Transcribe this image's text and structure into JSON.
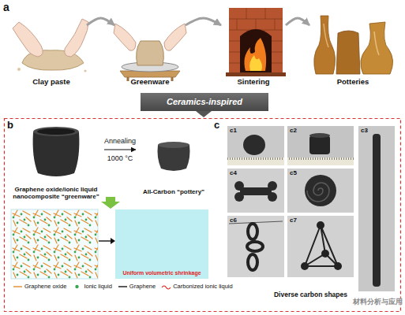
{
  "diagram": {
    "nodes": [
      {
        "text": [
          "Clay paste"
        ]
      },
      {
        "text": [
          "Greenware"
        ]
      },
      {
        "text": [
          "Sintering"
        ]
      },
      {
        "text": [
          "Potteries"
        ]
      },
      {
        "text": [
          "Ceramics-inspired"
        ]
      },
      {
        "text": [
          "Graphene oxide/ionic liquid nanocomposite “greenware”"
        ]
      },
      {
        "text": [
          "All-Carbon “pottery”"
        ]
      },
      {
        "text": [
          "Uniform volumetric shrinkage"
        ]
      },
      {
        "text": [
          "Diverse carbon shapes"
        ]
      },
      {
        "text": [
          "c1"
        ],
        "in": 8
      },
      {
        "text": [
          "c2"
        ],
        "in": 8
      },
      {
        "text": [
          "c3"
        ],
        "in": 8
      },
      {
        "text": [
          "c4"
        ],
        "in": 8
      },
      {
        "text": [
          "c5"
        ],
        "in": 8
      },
      {
        "text": [
          "c6"
        ],
        "in": 8
      },
      {
        "text": [
          "c7"
        ],
        "in": 8
      }
    ],
    "edges": [
      {
        "from": 0,
        "to": 1,
        "arrow": "to"
      },
      {
        "from": 1,
        "to": 2,
        "arrow": "to"
      },
      {
        "from": 2,
        "to": 3,
        "arrow": "to"
      },
      {
        "from": 5,
        "to": 6,
        "label": "Annealing 1000 °C",
        "arrow": "to"
      }
    ],
    "labels": [
      "a",
      "b",
      "c",
      "材料分析与应用"
    ],
    "legend": [
      {
        "text": "Graphene oxide"
      },
      {
        "text": "Ionic liquid"
      },
      {
        "text": "Graphene"
      },
      {
        "text": "Carbonized ionic liquid"
      }
    ]
  }
}
